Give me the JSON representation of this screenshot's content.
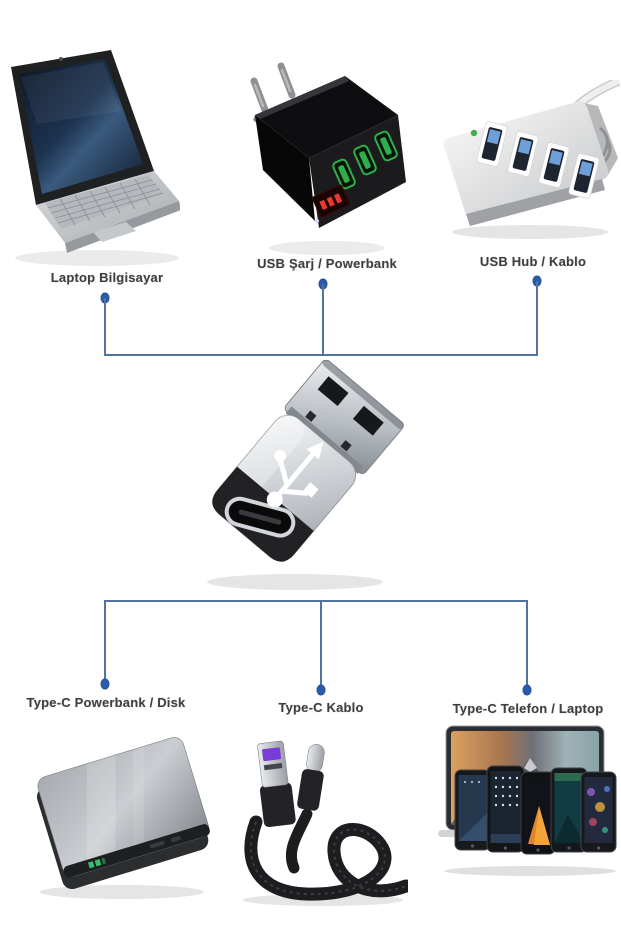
{
  "page": {
    "background": "#ffffff"
  },
  "colors": {
    "connector_line": "#51749c",
    "connector_dot": "#2b5cab",
    "label_text": "#3f3f41"
  },
  "top_row": {
    "items": [
      {
        "label": "Laptop Bilgisayar",
        "icon": "laptop-icon"
      },
      {
        "label": "USB Şarj / Powerbank",
        "icon": "usb-wall-charger-icon"
      },
      {
        "label": "USB Hub / Kablo",
        "icon": "usb-hub-icon"
      }
    ]
  },
  "center": {
    "icon": "usb-a-to-type-c-adapter-icon"
  },
  "bottom_row": {
    "items": [
      {
        "label": "Type-C Powerbank / Disk",
        "icon": "powerbank-disk-icon"
      },
      {
        "label": "Type-C Kablo",
        "icon": "type-c-cable-icon"
      },
      {
        "label": "Type-C Telefon / Laptop",
        "icon": "phones-laptop-icon"
      }
    ]
  }
}
